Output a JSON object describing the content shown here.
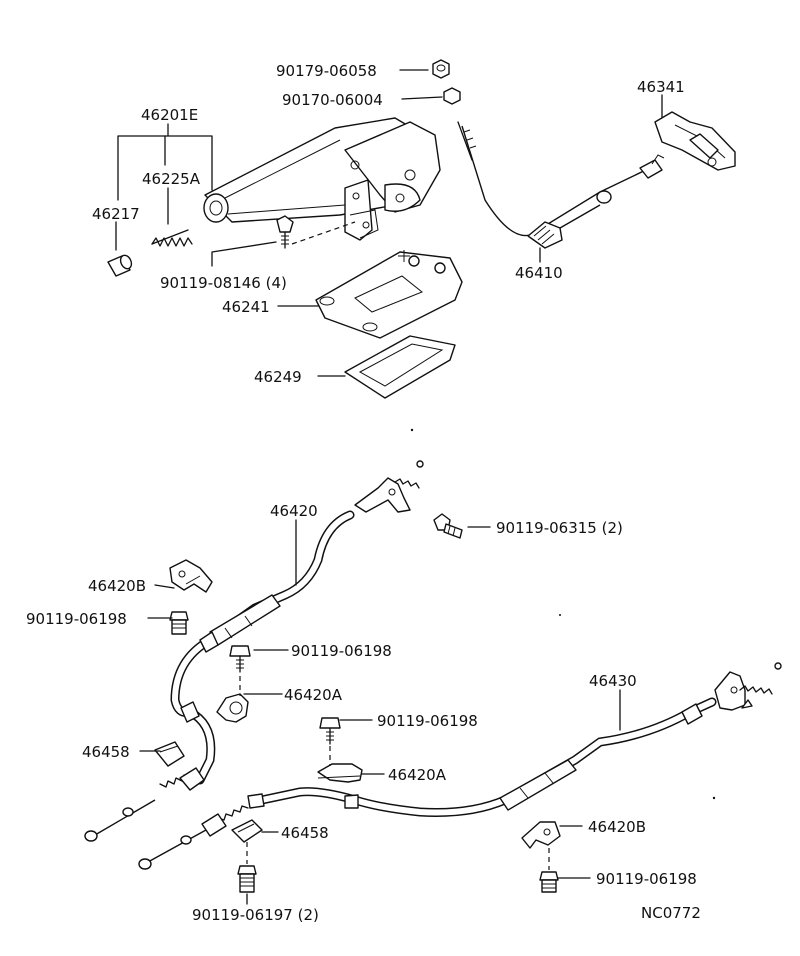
{
  "callouts": [
    {
      "id": "c01",
      "text": "90179-06058"
    },
    {
      "id": "c02",
      "text": "90170-06004"
    },
    {
      "id": "c03",
      "text": "46341"
    },
    {
      "id": "c04",
      "text": "46201E"
    },
    {
      "id": "c05",
      "text": "46225A"
    },
    {
      "id": "c06",
      "text": "46217"
    },
    {
      "id": "c07",
      "text": "90119-08146 (4)"
    },
    {
      "id": "c08",
      "text": "46410"
    },
    {
      "id": "c09",
      "text": "46241"
    },
    {
      "id": "c10",
      "text": "46249"
    },
    {
      "id": "c11",
      "text": "46420"
    },
    {
      "id": "c12",
      "text": "90119-06315 (2)"
    },
    {
      "id": "c13",
      "text": "46420B"
    },
    {
      "id": "c14",
      "text": "90119-06198"
    },
    {
      "id": "c15",
      "text": "90119-06198"
    },
    {
      "id": "c16",
      "text": "46420A"
    },
    {
      "id": "c17",
      "text": "46430"
    },
    {
      "id": "c18",
      "text": "90119-06198"
    },
    {
      "id": "c19",
      "text": "46458"
    },
    {
      "id": "c20",
      "text": "46420A"
    },
    {
      "id": "c21",
      "text": "46458"
    },
    {
      "id": "c22",
      "text": "46420B"
    },
    {
      "id": "c23",
      "text": "90119-06198"
    },
    {
      "id": "c24",
      "text": "90119-06197 (2)"
    }
  ],
  "diagram_code": "NC0772"
}
